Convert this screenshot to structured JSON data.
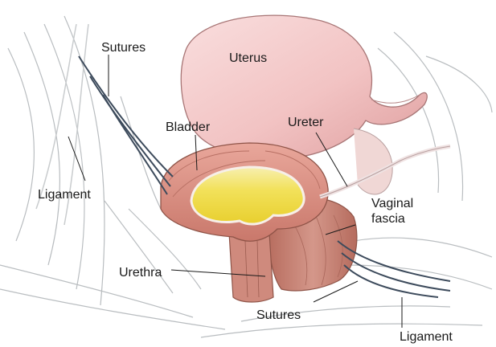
{
  "diagram": {
    "labels": {
      "sutures_top": "Sutures",
      "uterus": "Uterus",
      "bladder": "Bladder",
      "ureter": "Ureter",
      "ligament_left": "Ligament",
      "vaginal_fascia_line1": "Vaginal",
      "vaginal_fascia_line2": "fascia",
      "urethra": "Urethra",
      "sutures_bottom": "Sutures",
      "ligament_bottom": "Ligament"
    },
    "colors": {
      "uterus": "#f2c3c3",
      "bladder_muscle": "#d98f84",
      "bladder_lumen": "#f2e15a",
      "vagina": "#cc8475",
      "suture": "#3d4b5c",
      "tissue_line": "#b9bdc0"
    }
  }
}
